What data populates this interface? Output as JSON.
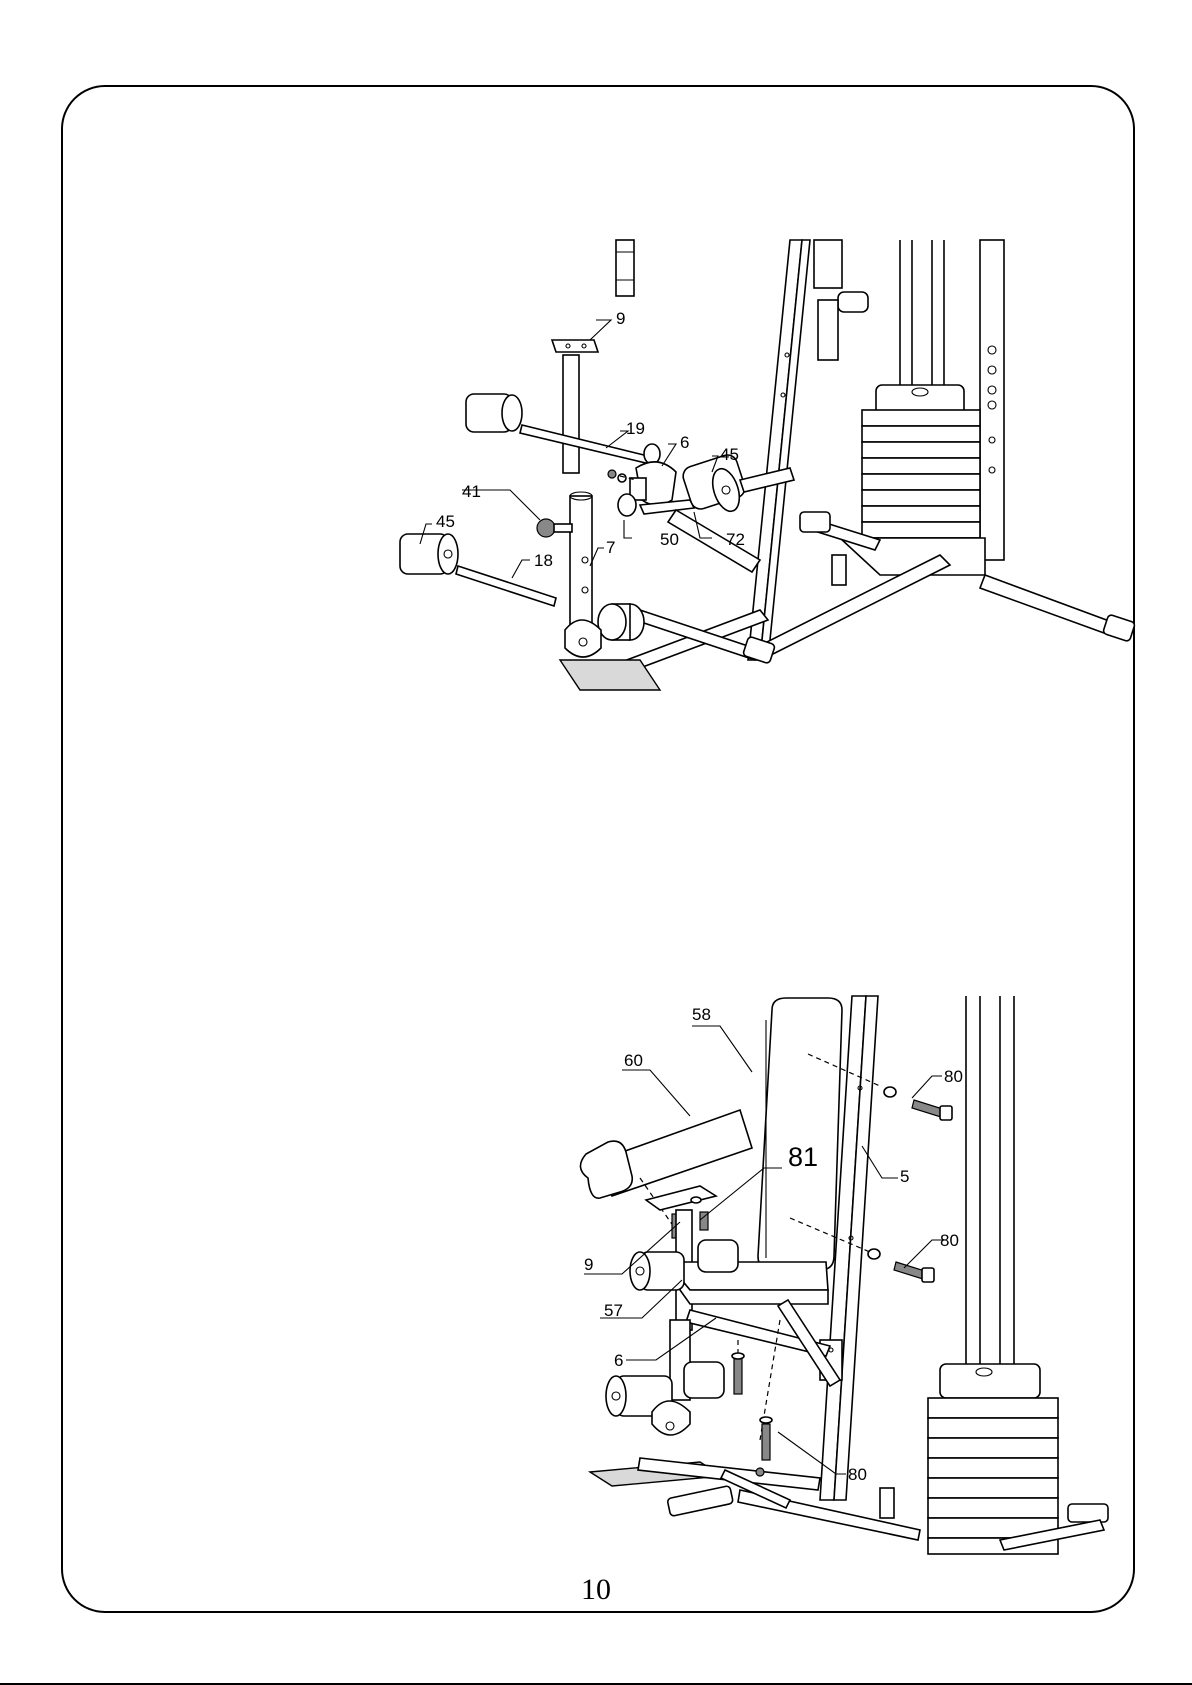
{
  "page": {
    "number": "10"
  },
  "diagram_top": {
    "callouts": [
      "9",
      "19",
      "6",
      "45",
      "41",
      "50",
      "72",
      "45",
      "18",
      "7"
    ]
  },
  "diagram_bottom": {
    "callouts": [
      "58",
      "60",
      "80",
      "81",
      "5",
      "80",
      "9",
      "57",
      "6",
      "80"
    ]
  }
}
